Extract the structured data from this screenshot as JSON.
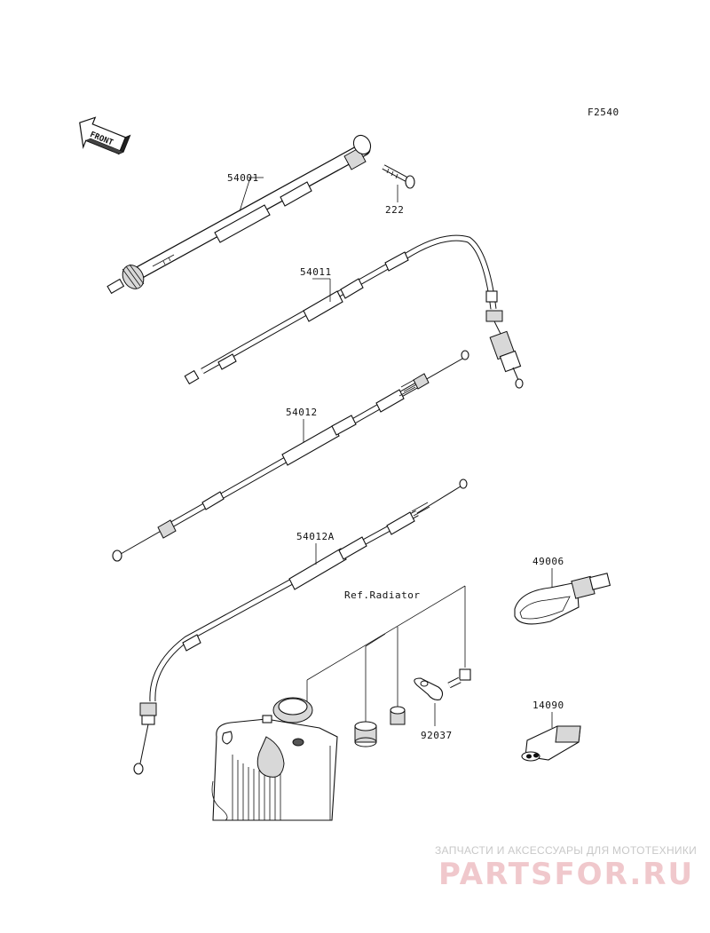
{
  "figure_code": "F2540",
  "front_arrow_label": "FRONT",
  "parts": {
    "speedometer_cable": "54001",
    "screw": "222",
    "throttle_cable": "54011",
    "clutch_cable": "54012",
    "clutch_cable_a": "54012A",
    "ref_radiator": "Ref.Radiator",
    "clamp": "92037",
    "cap": "49006",
    "rubber_cap": "14090"
  },
  "watermark": {
    "tagline": "ЗАПЧАСТИ И АКСЕССУАРЫ ДЛЯ МОТОТЕХНИКИ",
    "brand": "PARTSFOR.RU"
  }
}
